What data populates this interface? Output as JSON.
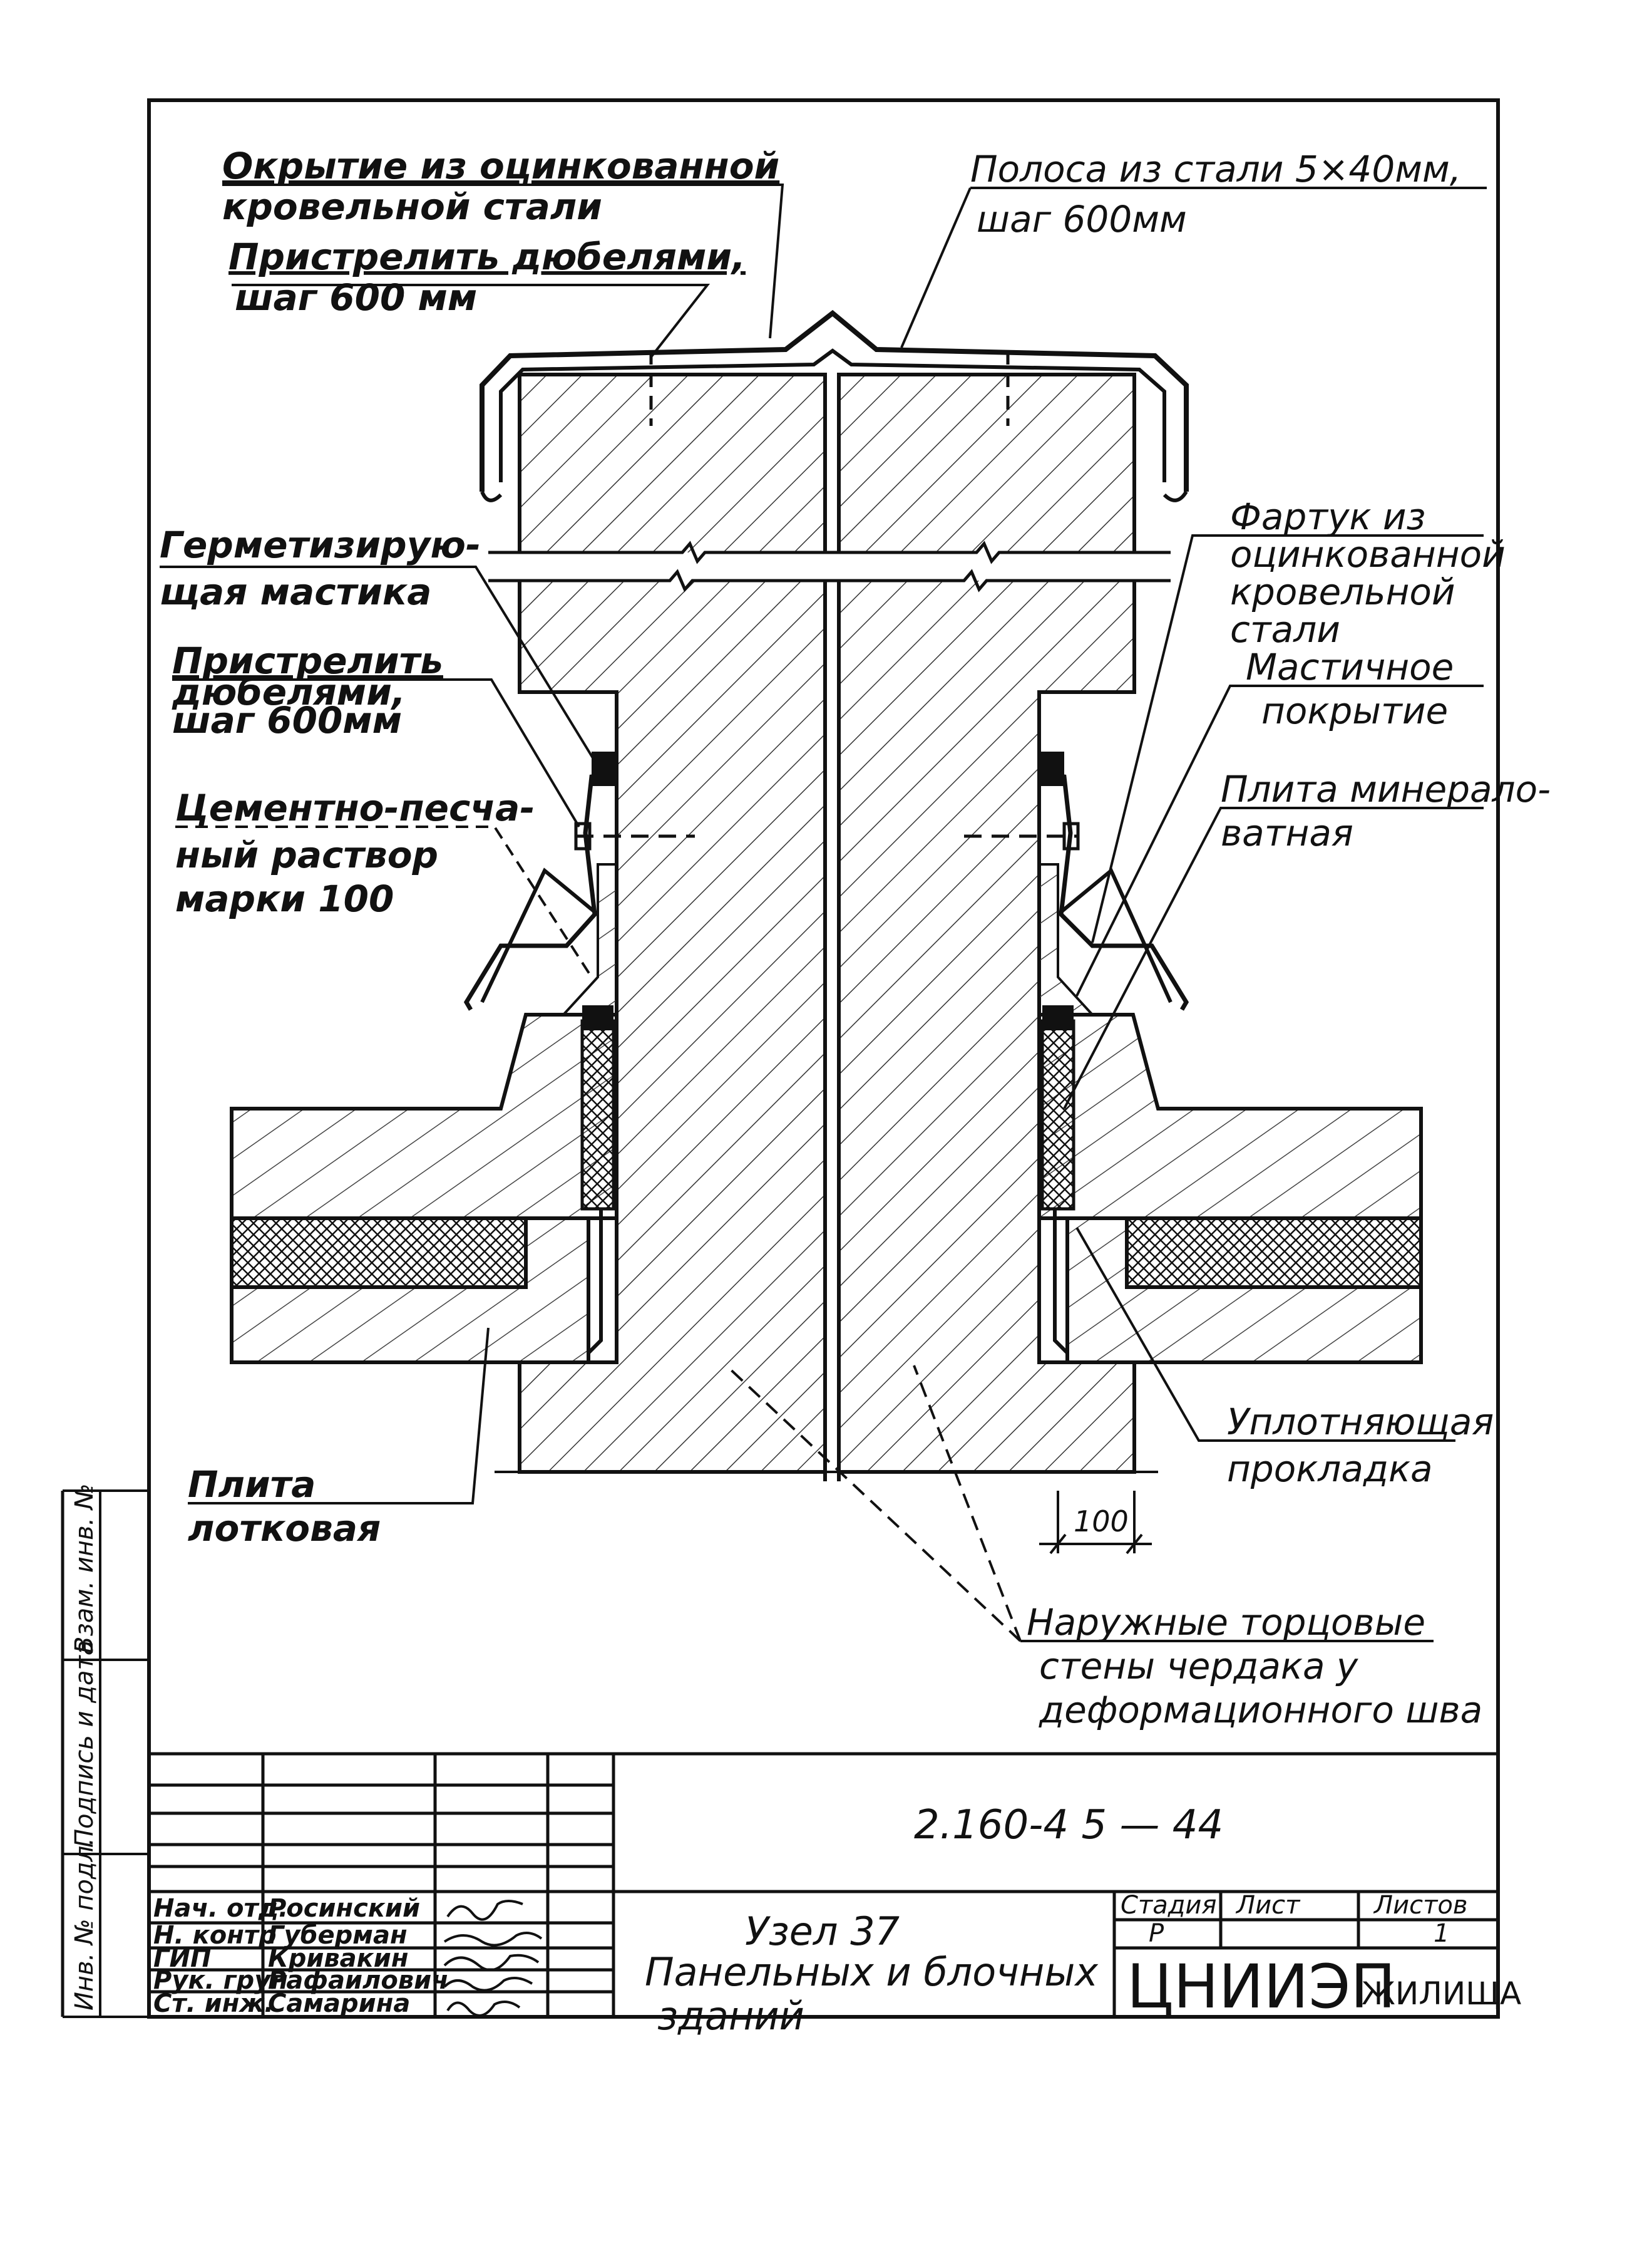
{
  "labels": {
    "coping": [
      "Окрытие из оцинкованной",
      "кровельной стали",
      "Пристрелить дюбелями,",
      "шаг 600 мм"
    ],
    "strip": [
      "Полоса из стали 5×40мм,",
      "шаг 600мм"
    ],
    "sealant": [
      "Герметизирую-",
      "щая мастика"
    ],
    "dowels": [
      "Пристрелить",
      "дюбелями,",
      "шаг 600мм"
    ],
    "mortar": [
      "Цементно-песча-",
      "ный раствор",
      "марки 100"
    ],
    "apron": [
      "Фартук из",
      "оцинкованной",
      "кровельной",
      "стали"
    ],
    "mastic_cover": [
      "Мастичное",
      "покрытие"
    ],
    "mineral_wool": [
      "Плита минерало-",
      "ватная"
    ],
    "gasket": [
      "Уплотняющая",
      "прокладка"
    ],
    "tray_slab": [
      "Плита",
      "лотковая"
    ],
    "walls": [
      "Наружные торцовые",
      "стены чердака у",
      "деформационного шва"
    ],
    "dimension": "100"
  },
  "title_block": {
    "code": "2.160-4 5 — 44",
    "title": [
      "Узел 37",
      "Панельных и блочных",
      "зданий"
    ],
    "col_headers": [
      "Стадия",
      "Лист",
      "Листов"
    ],
    "col_values": [
      "Р",
      "",
      "1"
    ],
    "org_main": "ЦНИИЭП",
    "org_sub": "ЖИЛИЩА",
    "roles": [
      "Нач. отд.",
      "Н. контр",
      "ГИП",
      "Рук. груп",
      "Ст. инж."
    ],
    "names": [
      "Росинский",
      "Губерман",
      "Кривакин",
      "Рафаилович",
      "Самарина"
    ]
  },
  "side_stamp": [
    "Инв. № подл.",
    "Подпись и дата",
    "Взам. инв. №"
  ]
}
